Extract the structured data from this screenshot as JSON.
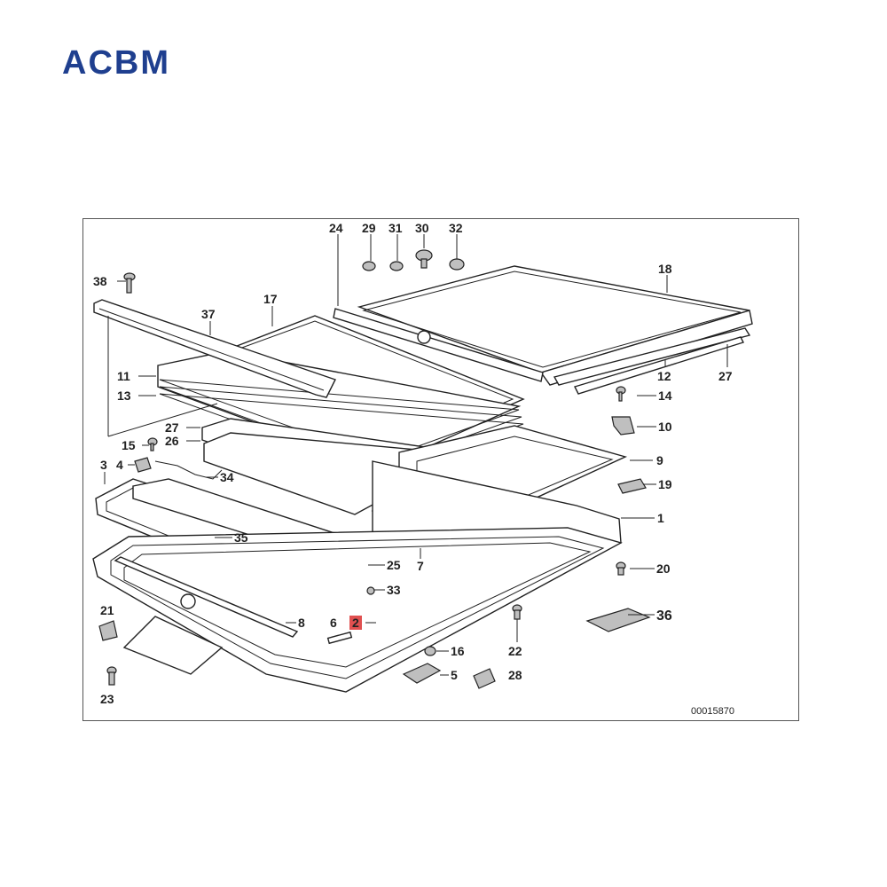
{
  "logo": {
    "text": "ACBM",
    "color": "#1f3f8f"
  },
  "diagram": {
    "drawing_number": "00015870",
    "highlight_color": "#e05050",
    "callouts": [
      {
        "label": "24"
      },
      {
        "label": "29"
      },
      {
        "label": "31"
      },
      {
        "label": "30"
      },
      {
        "label": "32"
      },
      {
        "label": "18"
      },
      {
        "label": "38"
      },
      {
        "label": "37"
      },
      {
        "label": "17"
      },
      {
        "label": "11"
      },
      {
        "label": "13"
      },
      {
        "label": "12"
      },
      {
        "label": "27"
      },
      {
        "label": "14"
      },
      {
        "label": "27"
      },
      {
        "label": "26"
      },
      {
        "label": "10"
      },
      {
        "label": "15"
      },
      {
        "label": "4"
      },
      {
        "label": "3"
      },
      {
        "label": "34"
      },
      {
        "label": "9"
      },
      {
        "label": "19"
      },
      {
        "label": "1"
      },
      {
        "label": "35"
      },
      {
        "label": "25"
      },
      {
        "label": "7"
      },
      {
        "label": "20"
      },
      {
        "label": "33"
      },
      {
        "label": "21"
      },
      {
        "label": "8"
      },
      {
        "label": "6"
      },
      {
        "label": "2"
      },
      {
        "label": "36"
      },
      {
        "label": "22"
      },
      {
        "label": "16"
      },
      {
        "label": "5"
      },
      {
        "label": "28"
      },
      {
        "label": "23"
      }
    ]
  }
}
